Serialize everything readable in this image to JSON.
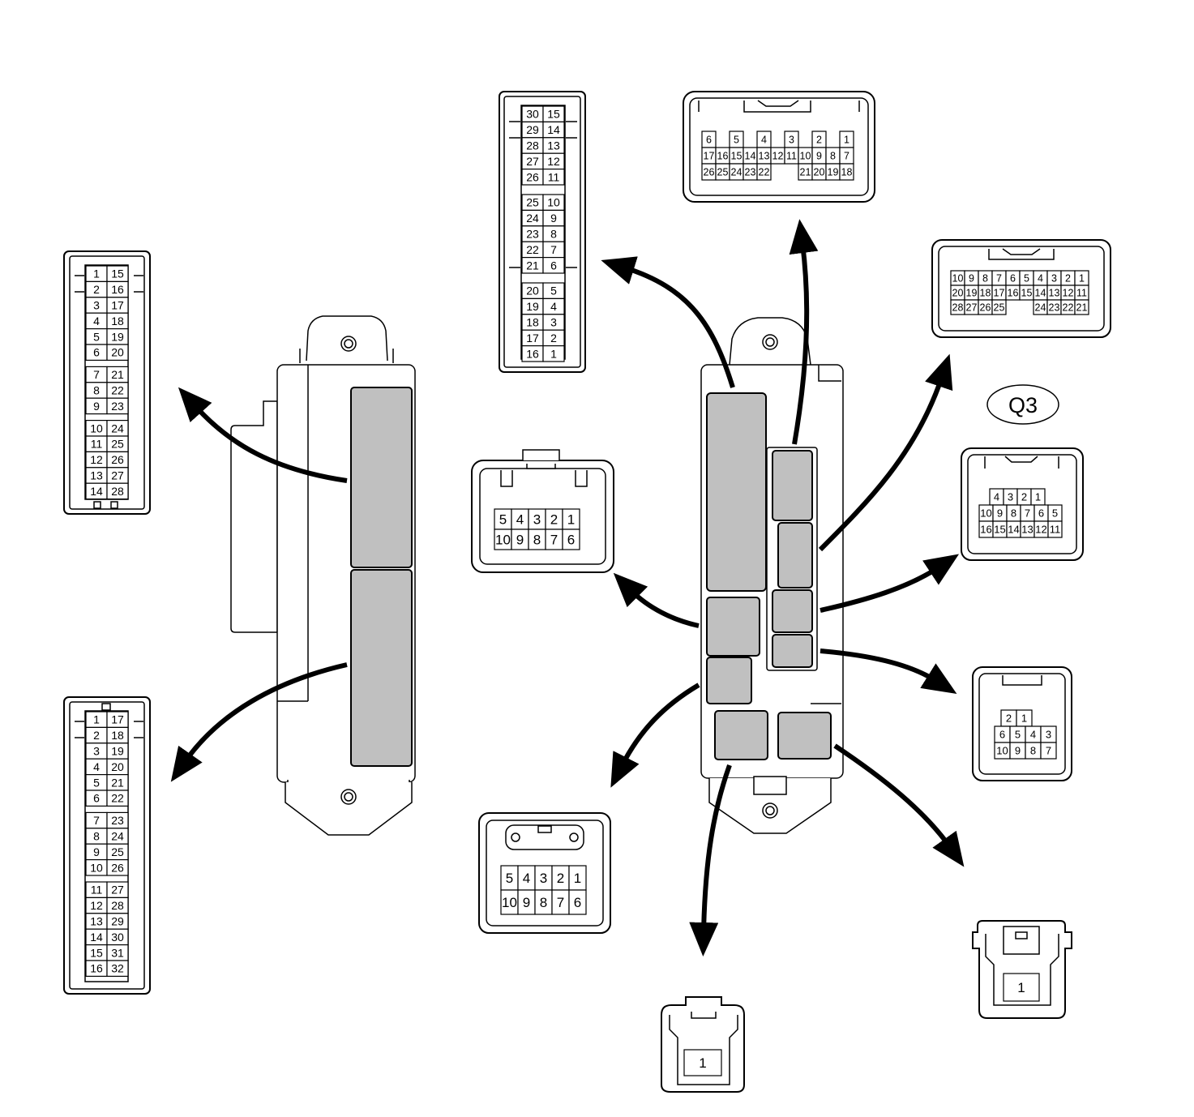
{
  "diagram": {
    "label": "Q3",
    "colors": {
      "line": "#000000",
      "fill": "#ffffff",
      "gray": "#c0c0c0"
    }
  },
  "connectors": [
    {
      "id": "conn-28-pin",
      "rows": [
        [
          "1",
          "15"
        ],
        [
          "2",
          "16"
        ],
        [
          "3",
          "17"
        ],
        [
          "4",
          "18"
        ],
        [
          "5",
          "19"
        ],
        [
          "6",
          "20"
        ],
        [
          "7",
          "21"
        ],
        [
          "8",
          "22"
        ],
        [
          "9",
          "23"
        ],
        [
          "10",
          "24"
        ],
        [
          "11",
          "25"
        ],
        [
          "12",
          "26"
        ],
        [
          "13",
          "27"
        ],
        [
          "14",
          "28"
        ]
      ]
    },
    {
      "id": "conn-32-pin",
      "rows": [
        [
          "1",
          "17"
        ],
        [
          "2",
          "18"
        ],
        [
          "3",
          "19"
        ],
        [
          "4",
          "20"
        ],
        [
          "5",
          "21"
        ],
        [
          "6",
          "22"
        ],
        [
          "7",
          "23"
        ],
        [
          "8",
          "24"
        ],
        [
          "9",
          "25"
        ],
        [
          "10",
          "26"
        ],
        [
          "11",
          "27"
        ],
        [
          "12",
          "28"
        ],
        [
          "13",
          "29"
        ],
        [
          "14",
          "30"
        ],
        [
          "15",
          "31"
        ],
        [
          "16",
          "32"
        ]
      ]
    },
    {
      "id": "conn-30-pin",
      "rows": [
        [
          "30",
          "15"
        ],
        [
          "29",
          "14"
        ],
        [
          "28",
          "13"
        ],
        [
          "27",
          "12"
        ],
        [
          "26",
          "11"
        ],
        [
          "25",
          "10"
        ],
        [
          "24",
          "9"
        ],
        [
          "23",
          "8"
        ],
        [
          "22",
          "7"
        ],
        [
          "21",
          "6"
        ],
        [
          "20",
          "5"
        ],
        [
          "19",
          "4"
        ],
        [
          "18",
          "3"
        ],
        [
          "17",
          "2"
        ],
        [
          "16",
          "1"
        ]
      ]
    },
    {
      "id": "conn-26-pin",
      "rows": [
        [
          "6",
          "5",
          "4",
          "3",
          "2",
          "1"
        ],
        [
          "17",
          "16",
          "15",
          "14",
          "13",
          "12",
          "11",
          "10",
          "9",
          "8",
          "7"
        ],
        [
          "26",
          "25",
          "24",
          "23",
          "22",
          "21",
          "20",
          "19",
          "18"
        ]
      ]
    },
    {
      "id": "conn-28b-pin",
      "rows": [
        [
          "10",
          "9",
          "8",
          "7",
          "6",
          "5",
          "4",
          "3",
          "2",
          "1"
        ],
        [
          "20",
          "19",
          "18",
          "17",
          "16",
          "15",
          "14",
          "13",
          "12",
          "11"
        ],
        [
          "28",
          "27",
          "26",
          "25",
          "24",
          "23",
          "22",
          "21"
        ]
      ]
    },
    {
      "id": "conn-10-pin-a",
      "rows": [
        [
          "5",
          "4",
          "3",
          "2",
          "1"
        ],
        [
          "10",
          "9",
          "8",
          "7",
          "6"
        ]
      ]
    },
    {
      "id": "conn-16-pin",
      "rows": [
        [
          "4",
          "3",
          "2",
          "1"
        ],
        [
          "10",
          "9",
          "8",
          "7",
          "6",
          "5"
        ],
        [
          "16",
          "15",
          "14",
          "13",
          "12",
          "11"
        ]
      ]
    },
    {
      "id": "conn-10-pin-b",
      "rows": [
        [
          "2",
          "1"
        ],
        [
          "6",
          "5",
          "4",
          "3"
        ],
        [
          "10",
          "9",
          "8",
          "7"
        ]
      ]
    },
    {
      "id": "conn-10-pin-c",
      "rows": [
        [
          "5",
          "4",
          "3",
          "2",
          "1"
        ],
        [
          "10",
          "9",
          "8",
          "7",
          "6"
        ]
      ]
    },
    {
      "id": "conn-1-pin-a",
      "rows": [
        [
          "1"
        ]
      ]
    },
    {
      "id": "conn-1-pin-b",
      "rows": [
        [
          "1"
        ]
      ]
    }
  ]
}
